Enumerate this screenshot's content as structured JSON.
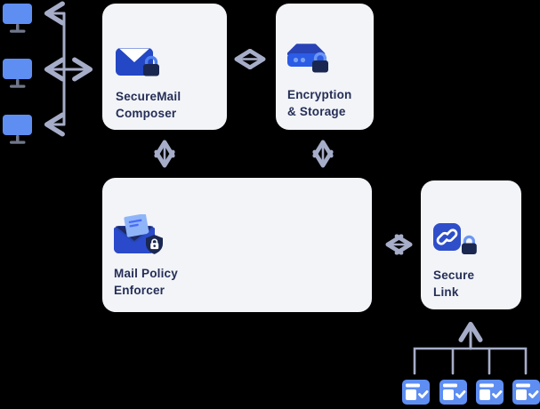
{
  "diagram": {
    "title": "secure-mail-architecture",
    "palette": {
      "background": "#000000",
      "node_background": "#F2F4F8",
      "arrow": "#A6ADC8",
      "label_text": "#252E56",
      "envelope_blue": "#2347C5",
      "server_lid_blue": "#2843B5",
      "server_body_blue": "#2B5CE6",
      "link_square_blue": "#2F4EC9",
      "lock_body_navy": "#1A2750",
      "lock_shackle_blue": "#4F80F0",
      "document_light_blue": "#8FB5F8",
      "client_icon_blue": "#5E8EF2",
      "monitor_stand_gray": "#70778A"
    },
    "nodes": [
      {
        "id": "securemail-composer",
        "label": "SecureMail\nComposer",
        "icon": "envelope-lock-icon"
      },
      {
        "id": "encryption-storage",
        "label": "Encryption\n& Storage",
        "icon": "server-lock-icon"
      },
      {
        "id": "mail-policy-enforcer",
        "label": "Mail Policy\nEnforcer",
        "icon": "open-envelope-shield-icon"
      },
      {
        "id": "secure-link",
        "label": "Secure\nLink",
        "icon": "link-lock-icon"
      }
    ],
    "clients": {
      "id": "client-monitors",
      "icon": "monitor-icon",
      "count": 3
    },
    "recipients": {
      "id": "recipient-windows",
      "icon": "window-check-icon",
      "count": 4
    },
    "connections": [
      {
        "from": "client-monitors",
        "to": "securemail-composer",
        "type": "bidirectional"
      },
      {
        "from": "securemail-composer",
        "to": "encryption-storage",
        "type": "bidirectional"
      },
      {
        "from": "securemail-composer",
        "to": "mail-policy-enforcer",
        "type": "bidirectional"
      },
      {
        "from": "encryption-storage",
        "to": "mail-policy-enforcer",
        "type": "bidirectional"
      },
      {
        "from": "mail-policy-enforcer",
        "to": "secure-link",
        "type": "bidirectional"
      },
      {
        "from": "recipient-windows",
        "to": "secure-link",
        "type": "one-way"
      }
    ]
  }
}
